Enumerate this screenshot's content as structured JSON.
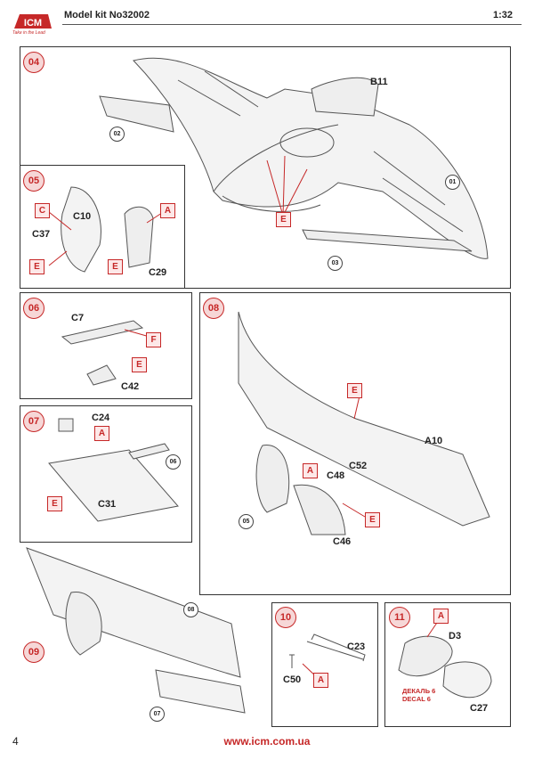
{
  "header": {
    "brand": "ICM",
    "tagline": "Take in the Lead",
    "model": "Model kit No32002",
    "scale": "1:32"
  },
  "steps": {
    "s04": {
      "num": "04",
      "parts": [
        "02",
        "B11",
        "01",
        "03"
      ],
      "tag": "E"
    },
    "s05": {
      "num": "05",
      "parts": [
        "C10",
        "C37",
        "C29"
      ],
      "tags": [
        "C",
        "A",
        "E",
        "E"
      ]
    },
    "s06": {
      "num": "06",
      "parts": [
        "C7",
        "C42"
      ],
      "tags": [
        "F",
        "E"
      ]
    },
    "s07": {
      "num": "07",
      "parts": [
        "C24",
        "C31",
        "06"
      ],
      "tags": [
        "A",
        "E"
      ]
    },
    "s08": {
      "num": "08",
      "parts": [
        "A10",
        "C52",
        "C48",
        "C46",
        "05"
      ],
      "tags": [
        "E",
        "A",
        "E"
      ]
    },
    "s09": {
      "num": "09",
      "parts": [
        "08",
        "07"
      ]
    },
    "s10": {
      "num": "10",
      "parts": [
        "C23",
        "C50"
      ],
      "tag": "A"
    },
    "s11": {
      "num": "11",
      "parts": [
        "D3",
        "C27"
      ],
      "tag": "A",
      "decal_ru": "ДЕКАЛЬ 6",
      "decal_en": "DECAL 6"
    }
  },
  "footer": {
    "page": "4",
    "url": "www.icm.com.ua"
  },
  "colors": {
    "accent": "#c62828",
    "box_fill": "#fde8e8"
  }
}
